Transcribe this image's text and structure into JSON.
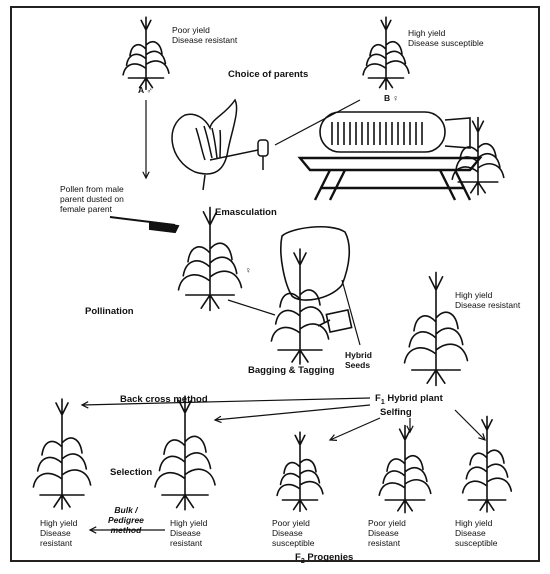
{
  "parents": {
    "male": {
      "line1": "Poor yield",
      "line2": "Disease resistant",
      "symbol": "A",
      "sex": "♂"
    },
    "female": {
      "line1": "High yield",
      "line2": "Disease susceptible",
      "symbol": "B",
      "sex": "♀"
    },
    "caption": "Choice of parents"
  },
  "pollen_note": {
    "line1": "Pollen from male",
    "line2": "parent dusted on",
    "line3": "female parent"
  },
  "steps": {
    "emasculation": "Emasculation",
    "pollination": "Pollination",
    "bagging": "Bagging & Tagging",
    "hybrid_seeds": {
      "line1": "Hybrid",
      "line2": "Seeds"
    },
    "selection": "Selection",
    "selfing": "Selfing",
    "back_cross": "Back cross method",
    "bulk": {
      "line1": "Bulk /",
      "line2": "Pedigree",
      "line3": "method"
    },
    "pollination_sex": "♀"
  },
  "f1": {
    "label": "F",
    "sub": "1",
    "suffix": " Hybrid plant",
    "line1": "High yield",
    "line2": "Disease resistant"
  },
  "f2": {
    "label": "F",
    "sub": "2",
    "suffix": " Progenies"
  },
  "outcomes": [
    {
      "line1": "High yield",
      "line2": "Disease",
      "line3": "resistant"
    },
    {
      "line1": "High yield",
      "line2": "Disease",
      "line3": "resistant"
    },
    {
      "line1": "Poor yield",
      "line2": "Disease",
      "line3": "susceptible"
    },
    {
      "line1": "Poor yield",
      "line2": "Disease",
      "line3": "resistant"
    },
    {
      "line1": "High yield",
      "line2": "Disease",
      "line3": "susceptible"
    }
  ]
}
